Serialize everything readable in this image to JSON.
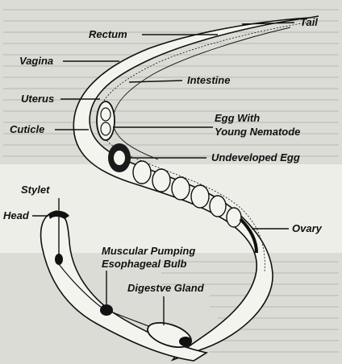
{
  "labels": {
    "tail": "Tail",
    "rectum": "Rectum",
    "vagina": "Vagina",
    "intestine": "Intestine",
    "uterus": "Uterus",
    "cuticle": "Cuticle",
    "egg_with_line1": "Egg With",
    "egg_with_line2": "Young Nematode",
    "undeveloped_egg": "Undeveloped Egg",
    "stylet": "Stylet",
    "head": "Head",
    "ovary": "Ovary",
    "muscular_line1": "Muscular Pumping",
    "muscular_line2": "Esophageal Bulb",
    "digestive_gland": "Digestve Gland"
  },
  "colors": {
    "background": "#dcdcd6",
    "ink": "#111111",
    "body_fill": "#f4f4ef",
    "egg_dark": "#1a1a1a"
  }
}
